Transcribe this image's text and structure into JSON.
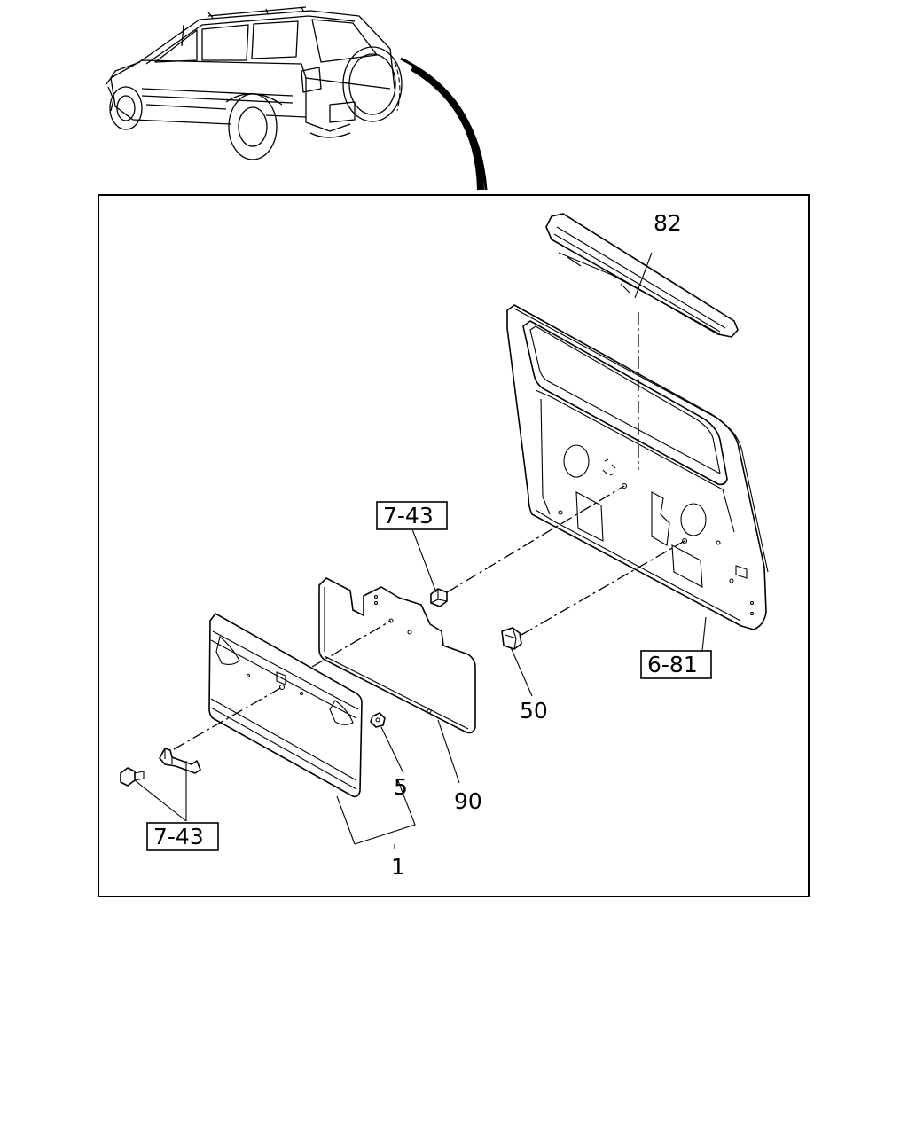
{
  "callouts": {
    "c82": "82",
    "c7_43_top": "7-43",
    "c6_81": "6-81",
    "c50": "50",
    "c90": "90",
    "c5": "5",
    "c1": "1",
    "c7_43_bottom": "7-43"
  }
}
